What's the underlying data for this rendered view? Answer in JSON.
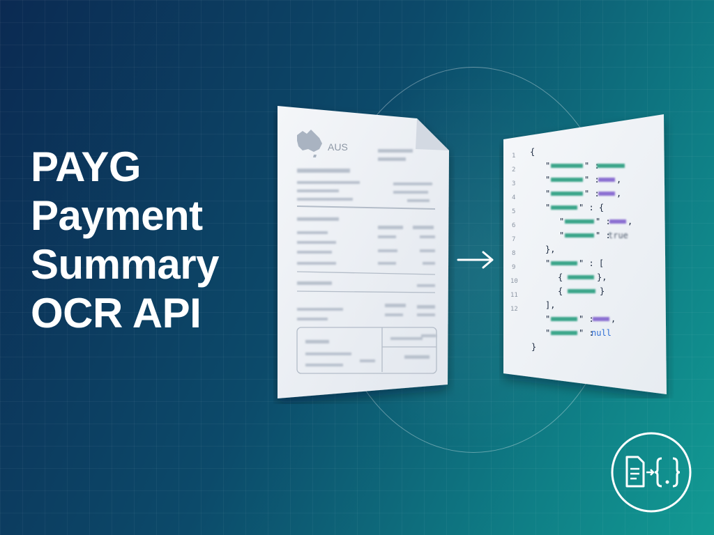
{
  "headline": {
    "lines": [
      "PAYG",
      "Payment",
      "Summary",
      "OCR API"
    ]
  },
  "document": {
    "country_label": "AUS"
  },
  "json_panel": {
    "line_numbers": [
      "1",
      "2",
      "3",
      "4",
      "5",
      "6",
      "7",
      "8",
      "9",
      "10",
      "11",
      "12"
    ],
    "null_token": "null",
    "true_token": "true"
  },
  "colors": {
    "background_start": "#0b2a52",
    "background_end": "#129a93",
    "headline": "#ffffff",
    "key_blur": "#3aa58a",
    "number_blur": "#8b6fd1",
    "string_blur": "#3aa58a",
    "null_color": "#2f6fd6"
  },
  "icons": {
    "arrow": "arrow-right-icon",
    "badge": "document-to-json-icon",
    "map": "australia-map-icon"
  }
}
